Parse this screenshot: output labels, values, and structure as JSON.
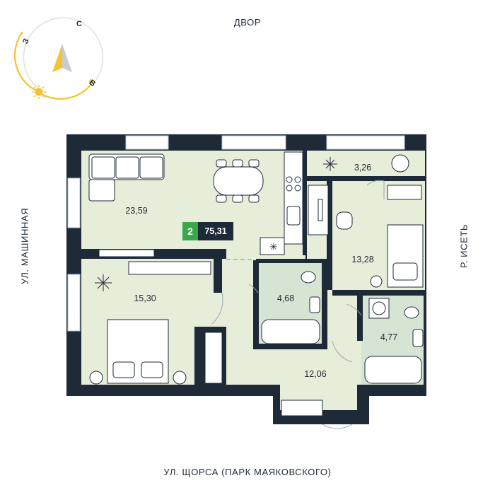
{
  "streets": {
    "top": "ДВОР",
    "bottom": "УЛ. ЩОРСА (ПАРК МАЯКОВСКОГО)",
    "left": "УЛ. МАШИННАЯ",
    "right": "Р. ИСЕТЬ"
  },
  "compass": {
    "north": "С",
    "west": "З",
    "east": "В"
  },
  "apartment": {
    "rooms": "2",
    "total_area": "75,31"
  },
  "rooms": {
    "living": "23,59",
    "bedroom_left": "15,30",
    "balcony": "3,26",
    "bedroom_right": "13,28",
    "bathroom_1": "4,68",
    "bathroom_2": "4,77",
    "hall": "12,06"
  },
  "colors": {
    "wall": "#1e2a38",
    "floor": "#e6edd8",
    "tile": "#d6e4d3",
    "badge_green": "#3aa84a",
    "badge_dark": "#1e2a38",
    "compass_yellow": "#f4c430"
  }
}
